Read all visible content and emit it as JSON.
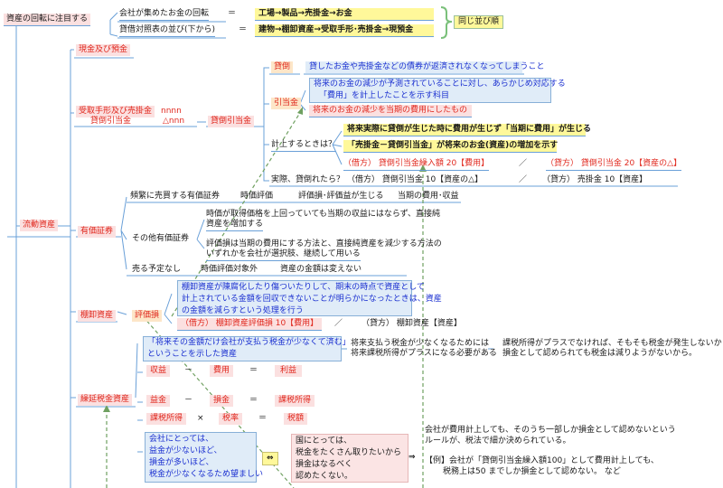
{
  "top": {
    "root": "資産の回転に注目する",
    "row1_label": "会社が集めたお金の回転",
    "row1_eq": "＝",
    "row1_value": "工場→製品→売掛金→お金",
    "row2_label": "貸借対照表の並び(下から)",
    "row2_eq": "＝",
    "row2_value": "建物→棚卸資産→受取手形･売掛金→現預金",
    "bracket_label": "同じ並び順"
  },
  "assets": {
    "current_assets": "流動資産",
    "cash": "現金及び預金",
    "receivables_line1": "受取手形及び売掛金",
    "receivables_value1": "nnnn",
    "receivables_line2": "貸倒引当金",
    "receivables_value2": "△nnn",
    "allowance": "貸倒引当金",
    "bad_debt": "貸倒",
    "bad_debt_desc": "貸したお金や売掛金などの債券が返済されなくなってしまうこと",
    "provision": "引当金",
    "provision_desc1": "将来のお金の減少が予測されていることに対し、あらかじめ対応する",
    "provision_desc2": "「費用」を計上したことを示す科目",
    "provision_desc3": "将来のお金の減少を当期の費用にしたもの",
    "when_record": "計上するときは？",
    "when_desc1": "将来実際に貸倒が生じた時に費用が生じず「当期に費用」が生じる",
    "when_desc2": "「売掛金－貸倒引当金」が将来のお金(資産)の増加を示す",
    "journal1_debit": "（借方） 貸倒引当金繰入額 20【費用】",
    "journal1_sep": "／",
    "journal1_credit": "（貸方） 貸倒引当金 20【資産の△】",
    "actual_bad": "実際、貸倒れたら？",
    "journal2_debit": "（借方） 貸倒引当金 10【資産の△】",
    "journal2_sep": "／",
    "journal2_credit": "（貸方） 売掛金 10【資産】",
    "securities": "有価証券",
    "trading": "頻繁に売買する有価証券",
    "trading_eval": "時価評価",
    "trading_eval2": "評価損･評価益が生じる",
    "trading_eval3": "当期の費用･収益",
    "other_securities": "その他有価証券",
    "other_desc1": "時価が取得価格を上回っていても当期の収益にはならず、直接純",
    "other_desc2": "資産を増加する",
    "other_desc3": "評価損は当期の費用にする方法と、直接純資産を減少する方法の",
    "other_desc4": "いずれかを会社が選択肢、継続して用いる",
    "no_sale": "売る予定なし",
    "no_sale_eval": "時価評価対象外",
    "no_sale_eval2": "資産の金額は変えない",
    "inventory": "棚卸資産",
    "writedown": "評価損",
    "writedown_desc1": "棚卸資産が陳腐化したり傷ついたりして、期末の時点で資産として",
    "writedown_desc2": "計上されている金額を回収できないことが明らかになったときは、資産",
    "writedown_desc3": "の金額を減らすという処理を行う",
    "journal3_debit": "（借方） 棚卸資産評価損 10【費用】",
    "journal3_sep": "／",
    "journal3_credit": "（貸方） 棚卸資産【資産】",
    "deferred_tax": "繰延税金資産",
    "deferred_desc1": "「将来その金額だけ会社が支払う税金が少なくて済む」",
    "deferred_desc2": "ということを示した資産",
    "future_tax1": "将来支払う税金が少なくなるためには",
    "future_tax2": "将来課税所得がプラスになる必要がある",
    "taxable_note1": "課税所得がプラスでなければ、そもそも税金が発生しないから、",
    "taxable_note2": "損金として認められても税金は減りようがないから。",
    "revenue": "収益",
    "expense": "費用",
    "profit": "利益",
    "gain": "益金",
    "loss": "損金",
    "taxable_income": "課税所得",
    "taxable_income2": "課税所得",
    "tax_rate": "税率",
    "tax_amount": "税額",
    "minus": "－",
    "eq": "＝",
    "times": "×",
    "company_view1": "会社にとっては、",
    "company_view2": "益金が少ないほど、",
    "company_view3": "損金が多いほど、",
    "company_view4": "税金が少なくなるため望ましい",
    "swap": "⇔",
    "state_view1": "国にとっては、",
    "state_view2": "税金をたくさん取りたいから",
    "state_view3": "損金はなるべく",
    "state_view4": "認めたくない。",
    "arrow": "⇒",
    "rule1": "会社が費用計上しても、そのうち一部しか損金として認めないという",
    "rule2": "ルールが、税法で細か決められている。",
    "example1": "【例】会社が「貸倒引当金繰入額100」として費用計上しても、",
    "example2": "税務上は50 までしか損金として認めない。 など"
  },
  "colors": {
    "red": "#e0281e",
    "blue": "#1a2fd0",
    "yellow": "#fff89a",
    "pink": "#fbe0e0",
    "line": "#6aa0d8",
    "dashed": "#6fa060"
  }
}
